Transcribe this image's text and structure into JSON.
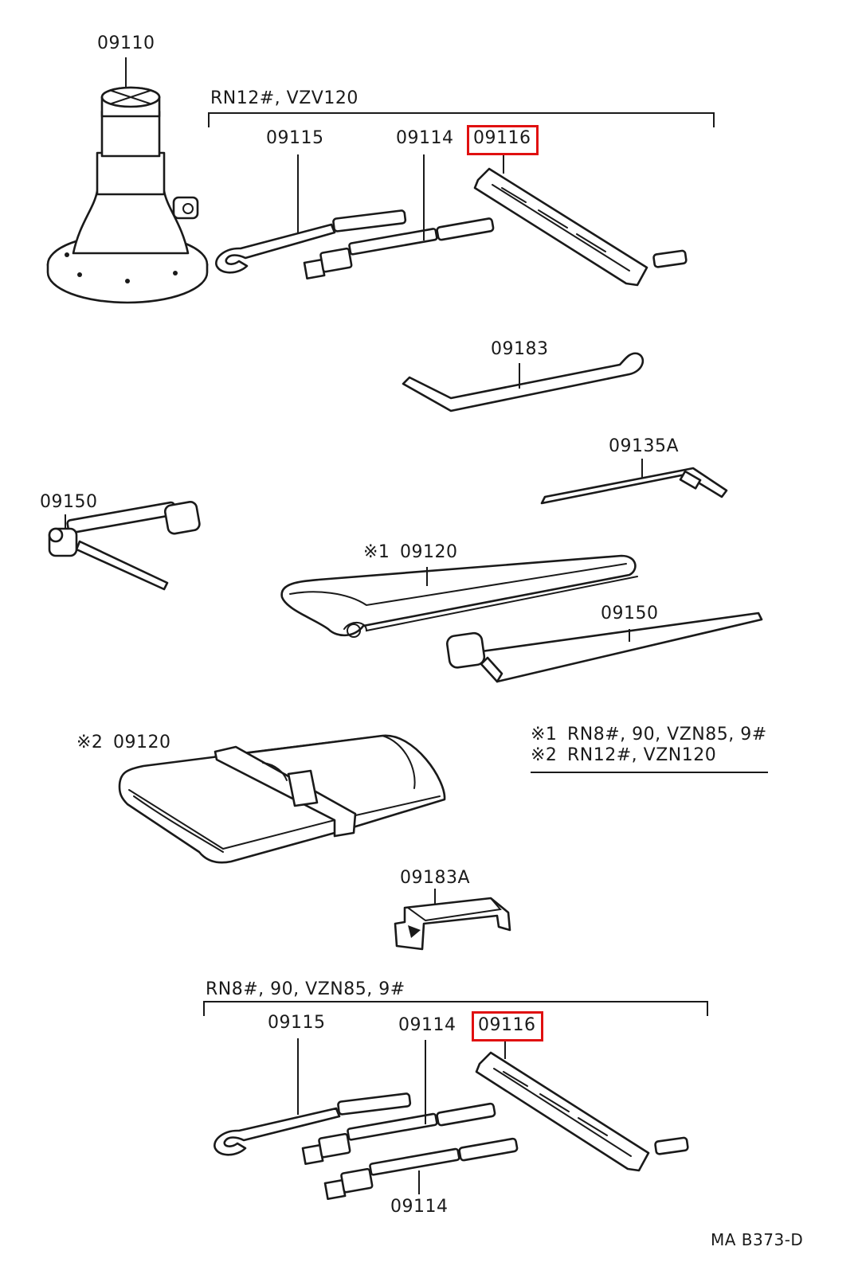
{
  "colors": {
    "ink": "#1a1a1a",
    "highlight": "#e01010",
    "background": "#ffffff"
  },
  "labels": {
    "jack": "09110",
    "group_top": "RN12#, VZV120",
    "top_hook_wrench": "09115",
    "top_handle_ext": "09114",
    "top_jack_handle": "09116",
    "wheel_bar": "09183",
    "bent_rod": "09135A",
    "lug_wrench_t": "09150",
    "bag_1": "09120",
    "lug_wrench_l": "09150",
    "bag_2": "09120",
    "clip": "09183A",
    "group_bottom": "RN8#, 90, VZN85, 9#",
    "bot_hook_wrench": "09115",
    "bot_handle_ext_a": "09114",
    "bot_jack_handle": "09116",
    "bot_handle_ext_b": "09114",
    "doc_code": "MA B373-D"
  },
  "notes": {
    "mark_1": "※1",
    "mark_2": "※2",
    "note_1": "RN8#, 90, VZN85, 9#",
    "note_2": "RN12#, VZN120"
  }
}
